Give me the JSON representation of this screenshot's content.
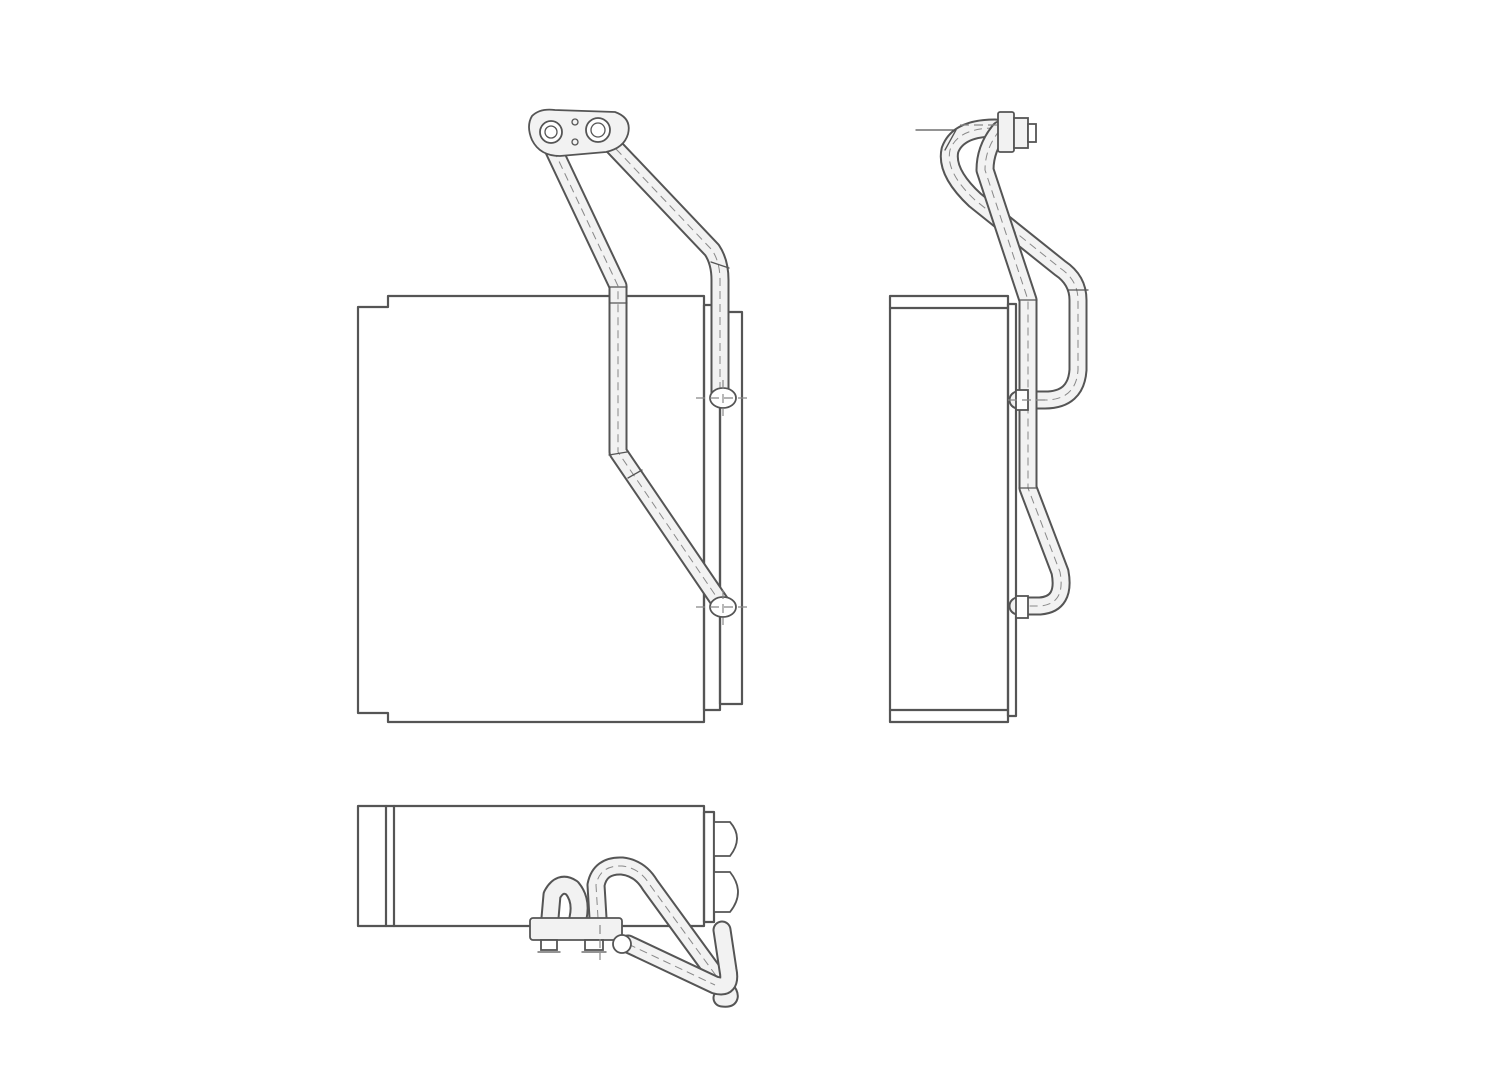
{
  "drawing": {
    "subject": "evaporator-core-line-drawing",
    "views": [
      {
        "id": "front-view"
      },
      {
        "id": "side-view"
      },
      {
        "id": "top-view"
      }
    ]
  },
  "colors": {
    "background": "#ffffff",
    "line": "#555555",
    "pipe_fill": "#f2f2f2",
    "centerline": "#888888"
  }
}
